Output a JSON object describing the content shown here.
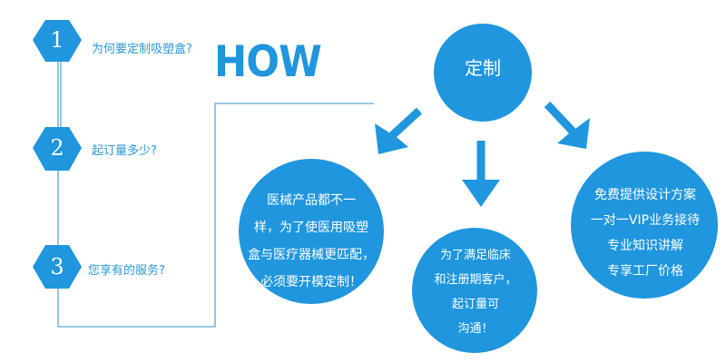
{
  "steps": [
    {
      "number": "1",
      "question": "为何要定制吸塑盒?"
    },
    {
      "number": "2",
      "question": "起订量多少?"
    },
    {
      "number": "3",
      "question": "您享有的服务?"
    }
  ],
  "how": "HOW",
  "center": "定制",
  "answers": [
    {
      "lines": [
        "医械产品都不一",
        "样，为了使医用吸塑",
        "盒与医疗器械更匹配，",
        "必须要开模定制！"
      ]
    },
    {
      "lines": [
        "为了满足临床",
        "和注册期客户，",
        "起订量可",
        "沟通！"
      ]
    },
    {
      "lines": [
        "免费提供设计方案",
        "一对一VIP业务接待",
        "专业知识讲解",
        "专享工厂价格"
      ]
    }
  ],
  "colors": {
    "primary": "#1f96de",
    "text": "#2a9ad8",
    "line": "#5aa9d8"
  }
}
